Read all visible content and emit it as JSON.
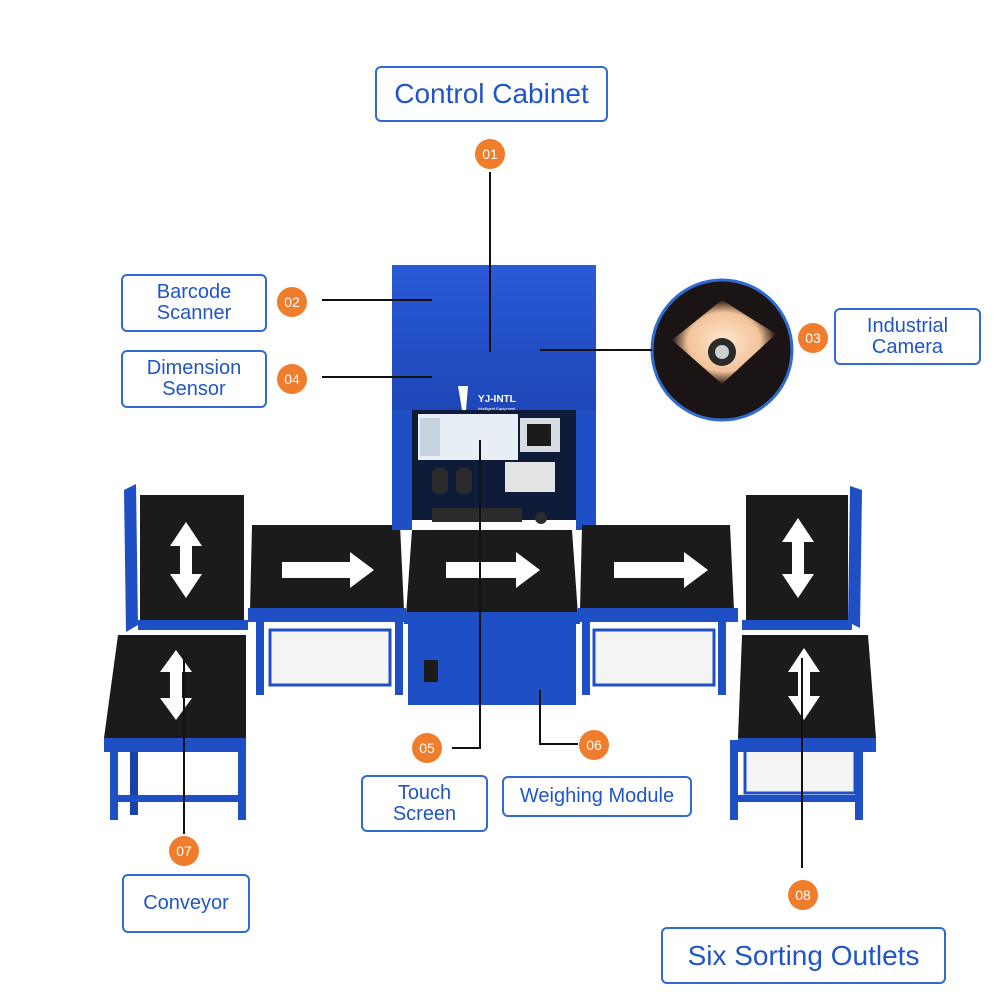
{
  "callouts": [
    {
      "number": "01",
      "label": "Control Cabinet"
    },
    {
      "number": "02",
      "label": "Barcode\nScanner"
    },
    {
      "number": "03",
      "label": "Industrial\nCamera"
    },
    {
      "number": "04",
      "label": "Dimension\nSensor"
    },
    {
      "number": "05",
      "label": "Touch\nScreen"
    },
    {
      "number": "06",
      "label": "Weighing Module"
    },
    {
      "number": "07",
      "label": "Conveyor"
    },
    {
      "number": "08",
      "label": "Six Sorting Outlets"
    }
  ],
  "machine": {
    "logo_text": "YJ-INTL",
    "logo_tagline": "Intelligent Equipment"
  },
  "colors": {
    "frame_blue": "#1f4fc4",
    "belt_black": "#1b1b1b",
    "label_border": "#2f6bd1",
    "badge_orange": "#f07d2c"
  }
}
